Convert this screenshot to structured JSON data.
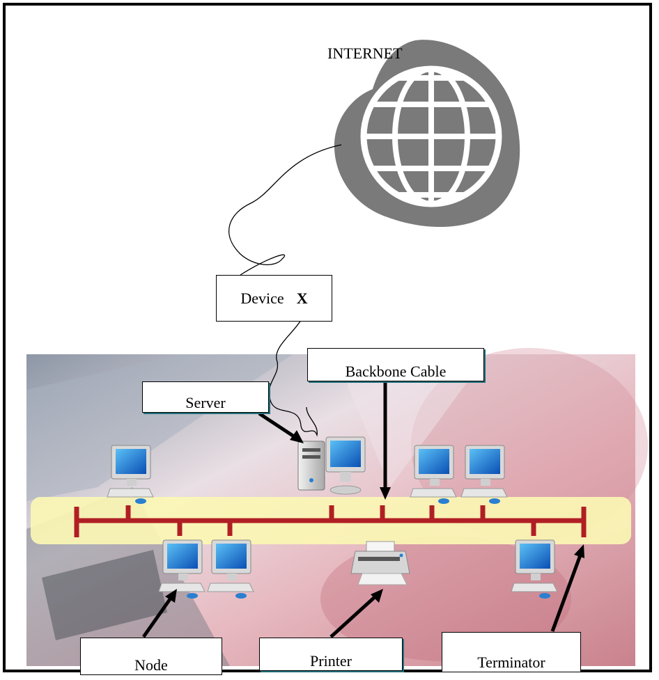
{
  "labels": {
    "internet": "INTERNET",
    "device_text": "Device",
    "device_letter": "X",
    "backbone": "Backbone Cable",
    "server": "Server",
    "node": "Node",
    "printer": "Printer",
    "terminator": "Terminator"
  },
  "colors": {
    "globe_gray": "#7a7a7a",
    "backbone_band": "#fbf6b4",
    "bus_red": "#b01f24",
    "arrow": "#000000"
  },
  "icons": [
    "globe-icon",
    "server-icon",
    "computer-icon",
    "printer-icon"
  ]
}
